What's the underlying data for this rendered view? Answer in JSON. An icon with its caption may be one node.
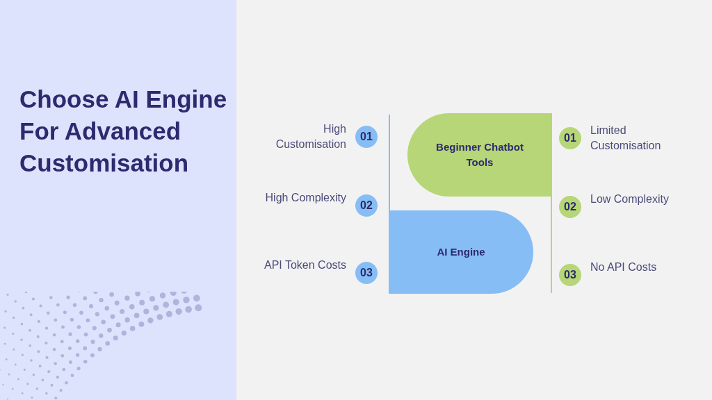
{
  "diagram": {
    "title": "Choose AI Engine For Advanced Customisation",
    "nodes": [
      {
        "text": [
          "Beginner Chatbot Tools"
        ]
      },
      {
        "text": [
          "AI Engine"
        ]
      },
      {
        "text": [
          "01"
        ],
        "beside": [
          "High Customisation"
        ]
      },
      {
        "text": [
          "02"
        ],
        "beside": [
          "High Complexity"
        ]
      },
      {
        "text": [
          "03"
        ],
        "beside": [
          "API Token Costs"
        ]
      },
      {
        "text": [
          "01"
        ],
        "beside": [
          "Limited Customisation"
        ]
      },
      {
        "text": [
          "02"
        ],
        "beside": [
          "Low Complexity"
        ]
      },
      {
        "text": [
          "03"
        ],
        "beside": [
          "No API Costs"
        ]
      }
    ]
  }
}
